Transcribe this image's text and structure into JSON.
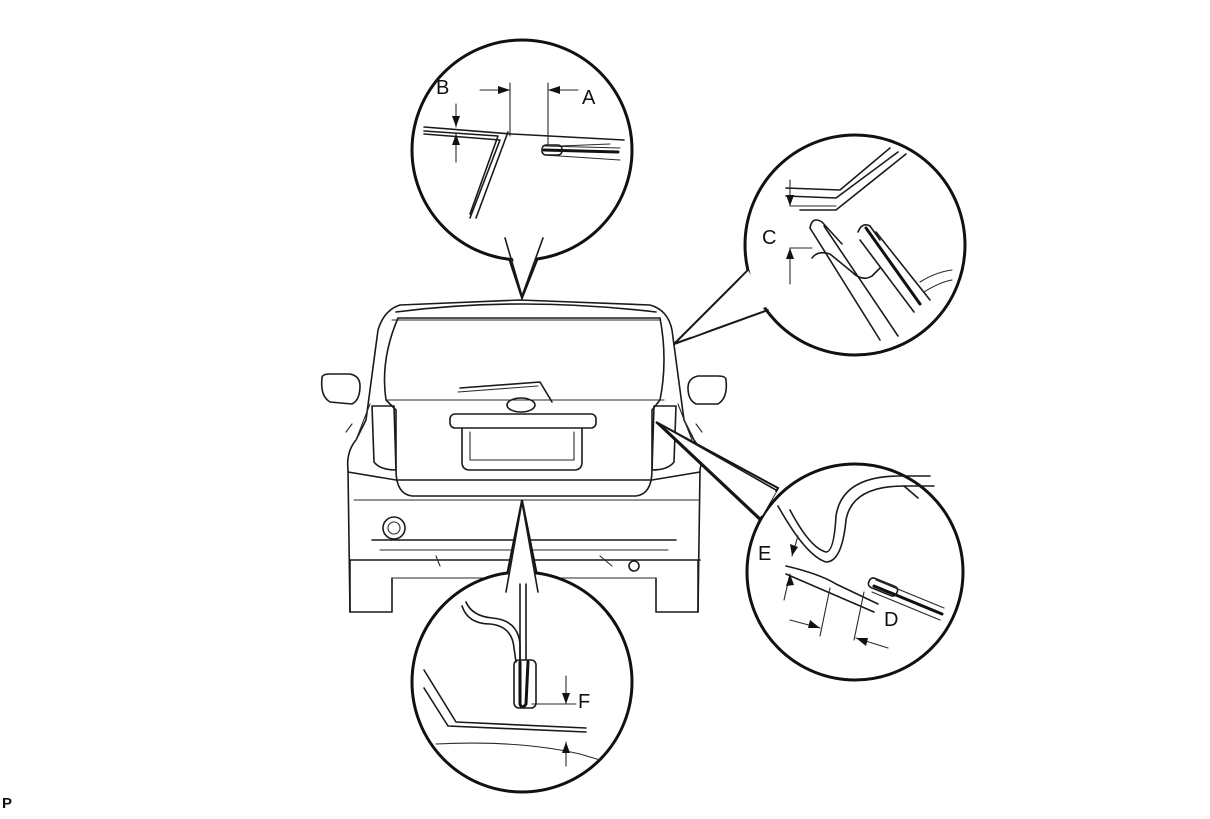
{
  "labels": {
    "a": "A",
    "b": "B",
    "c": "C",
    "d": "D",
    "e": "E",
    "f": "F"
  },
  "figure_code": "P"
}
